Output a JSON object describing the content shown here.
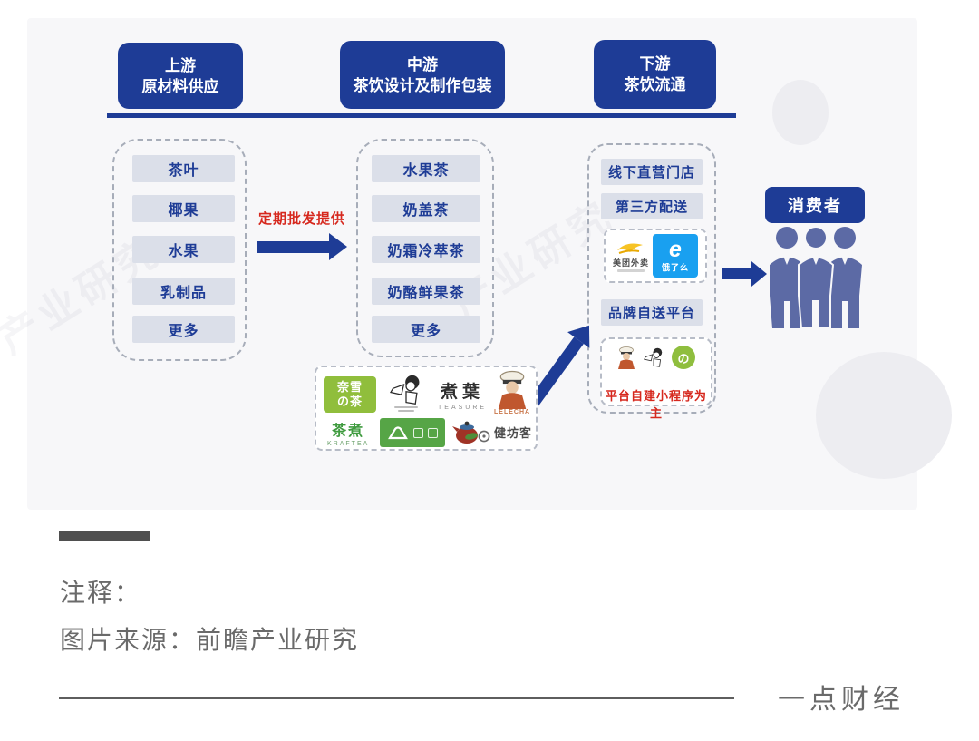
{
  "chain": {
    "headers": [
      {
        "line1": "上游",
        "line2": "原材料供应"
      },
      {
        "line1": "中游",
        "line2": "茶饮设计及制作包装"
      },
      {
        "line1": "下游",
        "line2": "茶饮流通"
      }
    ],
    "upstream_items": [
      "茶叶",
      "椰果",
      "水果",
      "乳制品",
      "更多"
    ],
    "supply_arrow_label": "定期批发提供",
    "midstream_items": [
      "水果茶",
      "奶盖茶",
      "奶霜冷萃茶",
      "奶酪鲜果茶",
      "更多"
    ],
    "downstream": {
      "offline_stores": "线下直营门店",
      "third_party_delivery": "第三方配送",
      "delivery_platforms": [
        {
          "name": "美团外卖"
        },
        {
          "name": "饿了么",
          "mark": "e"
        }
      ],
      "brand_self_delivery": "品牌自送平台",
      "self_delivery_note": "平台自建小程序为主"
    },
    "consumer_label": "消费者",
    "brand_logos": {
      "naixue": {
        "line1": "奈雪",
        "line2": "の茶"
      },
      "zhuye": {
        "name": "煮葉",
        "sub": "TEASURE"
      },
      "lelecha": {
        "sub": "LELECHA"
      },
      "kraftea": {
        "name": "茶煮",
        "sub": "KRAFTEA"
      },
      "wordmark": {
        "name": "健坊客"
      },
      "naixue_seal": "の"
    },
    "watermark": "产业研究",
    "colors": {
      "navy": "#1e3c96",
      "item_bg": "#dbdfe9",
      "red": "#d6281e",
      "people": "#5c6aa5",
      "eleme_blue": "#19a0f0",
      "meituan_yellow": "#f7c325",
      "naixue_green": "#90be3c"
    }
  },
  "footer": {
    "note_label": "注释：",
    "source_line": "图片来源：前瞻产业研究",
    "publisher": "一点财经"
  }
}
